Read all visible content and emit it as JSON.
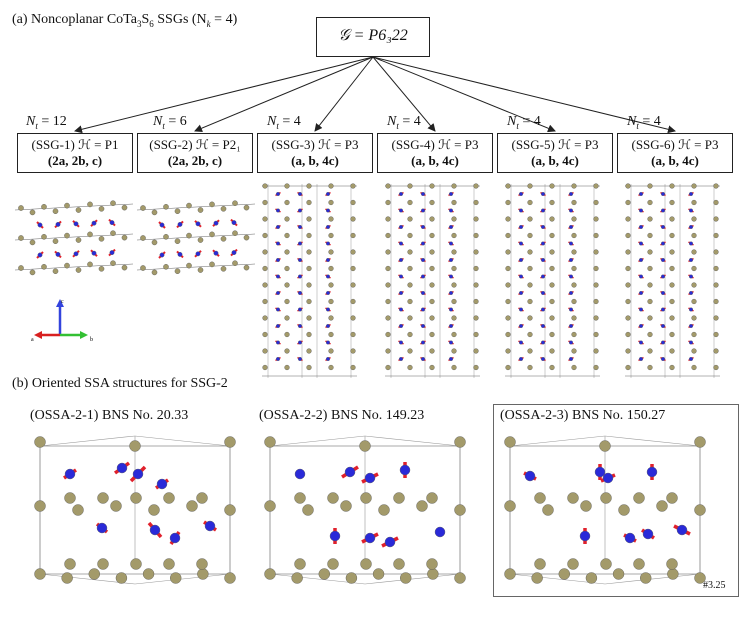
{
  "panel_a": {
    "label": "(a) Noncoplanar CoTa",
    "sub1": "3",
    "label_mid": "S",
    "sub2": "6",
    "label_end": " SSGs (N",
    "nk_sub": "k",
    "nk_val": " = 4)",
    "group": "𝒢 = P6₃22"
  },
  "ssg": [
    {
      "nt": "N",
      "nt_sub": "t",
      "nt_val": " = 12",
      "name": "(SSG-1) ℋ = P1",
      "cell": "(2a, 2b, c)"
    },
    {
      "nt": "N",
      "nt_sub": "t",
      "nt_val": " = 6",
      "name": "(SSG-2) ℋ = P2₁",
      "cell": "(2a, 2b, c)"
    },
    {
      "nt": "N",
      "nt_sub": "t",
      "nt_val": " = 4",
      "name": "(SSG-3) ℋ = P3",
      "cell": "(a, b, 4c)"
    },
    {
      "nt": "N",
      "nt_sub": "t",
      "nt_val": " = 4",
      "name": "(SSG-4) ℋ = P3",
      "cell": "(a, b, 4c)"
    },
    {
      "nt": "N",
      "nt_sub": "t",
      "nt_val": " = 4",
      "name": "(SSG-5) ℋ = P3",
      "cell": "(a, b, 4c)"
    },
    {
      "nt": "N",
      "nt_sub": "t",
      "nt_val": " = 4",
      "name": "(SSG-6) ℋ = P3",
      "cell": "(a, b, 4c)"
    }
  ],
  "axes": {
    "c": "c",
    "a": "a",
    "b": "b"
  },
  "panel_b": {
    "label": "(b) Oriented SSA structures for SSG-2",
    "ossa": [
      {
        "title": "(OSSA-2-1) BNS No. 20.33"
      },
      {
        "title": "(OSSA-2-2) BNS No. 149.23"
      },
      {
        "title": "(OSSA-2-3) BNS No. 150.27"
      }
    ],
    "footnote": "#3.25"
  },
  "colors": {
    "atom_ta": "#a39a6a",
    "atom_co": "#2a2ad8",
    "spin": "#e0202c",
    "line": "#222222"
  }
}
